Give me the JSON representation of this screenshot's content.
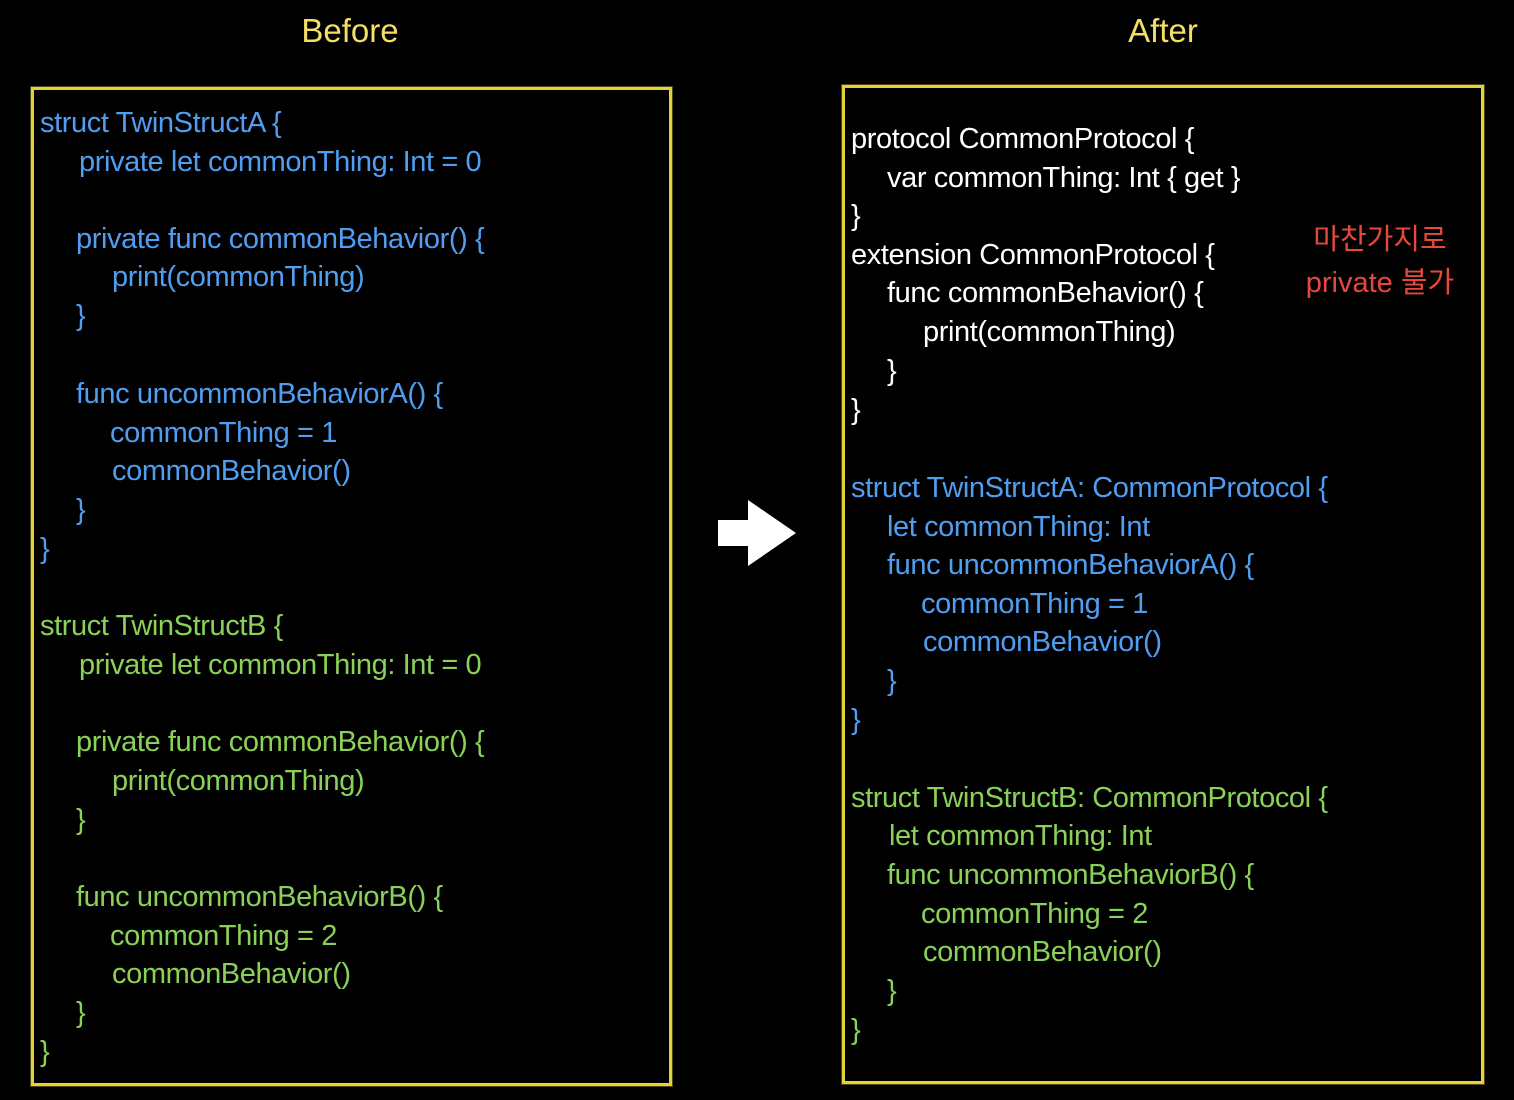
{
  "headings": {
    "before": "Before",
    "after": "After"
  },
  "before_box": {
    "lines": [
      {
        "text": "struct TwinStructA {",
        "color": "blue"
      },
      {
        "text": "private let commonThing: Int = 0",
        "color": "blue"
      },
      {
        "text": "private func commonBehavior() {",
        "color": "blue"
      },
      {
        "text": "print(commonThing)",
        "color": "blue"
      },
      {
        "text": "}",
        "color": "blue"
      },
      {
        "text": "func uncommonBehaviorA() {",
        "color": "blue"
      },
      {
        "text": "commonThing = 1",
        "color": "blue"
      },
      {
        "text": "commonBehavior()",
        "color": "blue"
      },
      {
        "text": "}",
        "color": "blue"
      },
      {
        "text": "}",
        "color": "blue"
      },
      {
        "text": "struct TwinStructB {",
        "color": "green"
      },
      {
        "text": "private let commonThing: Int = 0",
        "color": "green"
      },
      {
        "text": "private func commonBehavior() {",
        "color": "green"
      },
      {
        "text": "print(commonThing)",
        "color": "green"
      },
      {
        "text": "}",
        "color": "green"
      },
      {
        "text": "func uncommonBehaviorB() {",
        "color": "green"
      },
      {
        "text": "commonThing = 2",
        "color": "green"
      },
      {
        "text": "commonBehavior()",
        "color": "green"
      },
      {
        "text": "}",
        "color": "green"
      },
      {
        "text": "}",
        "color": "green"
      }
    ]
  },
  "after_box": {
    "lines": [
      {
        "text": "protocol CommonProtocol {",
        "color": "white"
      },
      {
        "text": "var commonThing: Int { get }",
        "color": "white"
      },
      {
        "text": "}",
        "color": "white"
      },
      {
        "text": "extension CommonProtocol {",
        "color": "white"
      },
      {
        "text": "func commonBehavior() {",
        "color": "white"
      },
      {
        "text": "print(commonThing)",
        "color": "white"
      },
      {
        "text": "}",
        "color": "white"
      },
      {
        "text": "}",
        "color": "white"
      },
      {
        "text": "struct TwinStructA: CommonProtocol {",
        "color": "blue"
      },
      {
        "text": "let commonThing: Int",
        "color": "blue"
      },
      {
        "text": "func uncommonBehaviorA() {",
        "color": "blue"
      },
      {
        "text": "commonThing = 1",
        "color": "blue"
      },
      {
        "text": "commonBehavior()",
        "color": "blue"
      },
      {
        "text": "}",
        "color": "blue"
      },
      {
        "text": "}",
        "color": "blue"
      },
      {
        "text": "struct TwinStructB: CommonProtocol {",
        "color": "green"
      },
      {
        "text": "let commonThing: Int",
        "color": "green"
      },
      {
        "text": "func uncommonBehaviorB() {",
        "color": "green"
      },
      {
        "text": "commonThing = 2",
        "color": "green"
      },
      {
        "text": "commonBehavior()",
        "color": "green"
      },
      {
        "text": "}",
        "color": "green"
      },
      {
        "text": "}",
        "color": "green"
      }
    ]
  },
  "note": {
    "line1": "마찬가지로",
    "line2": "private 불가"
  },
  "colors": {
    "heading": "#f4de63",
    "box_border": "#e2d13b",
    "blue": "#4f9ef2",
    "green": "#8ad157",
    "white": "#ffffff",
    "note": "#e8473e",
    "arrow": "#ffffff"
  },
  "icons": {
    "transition_arrow": "right-arrow-icon"
  }
}
